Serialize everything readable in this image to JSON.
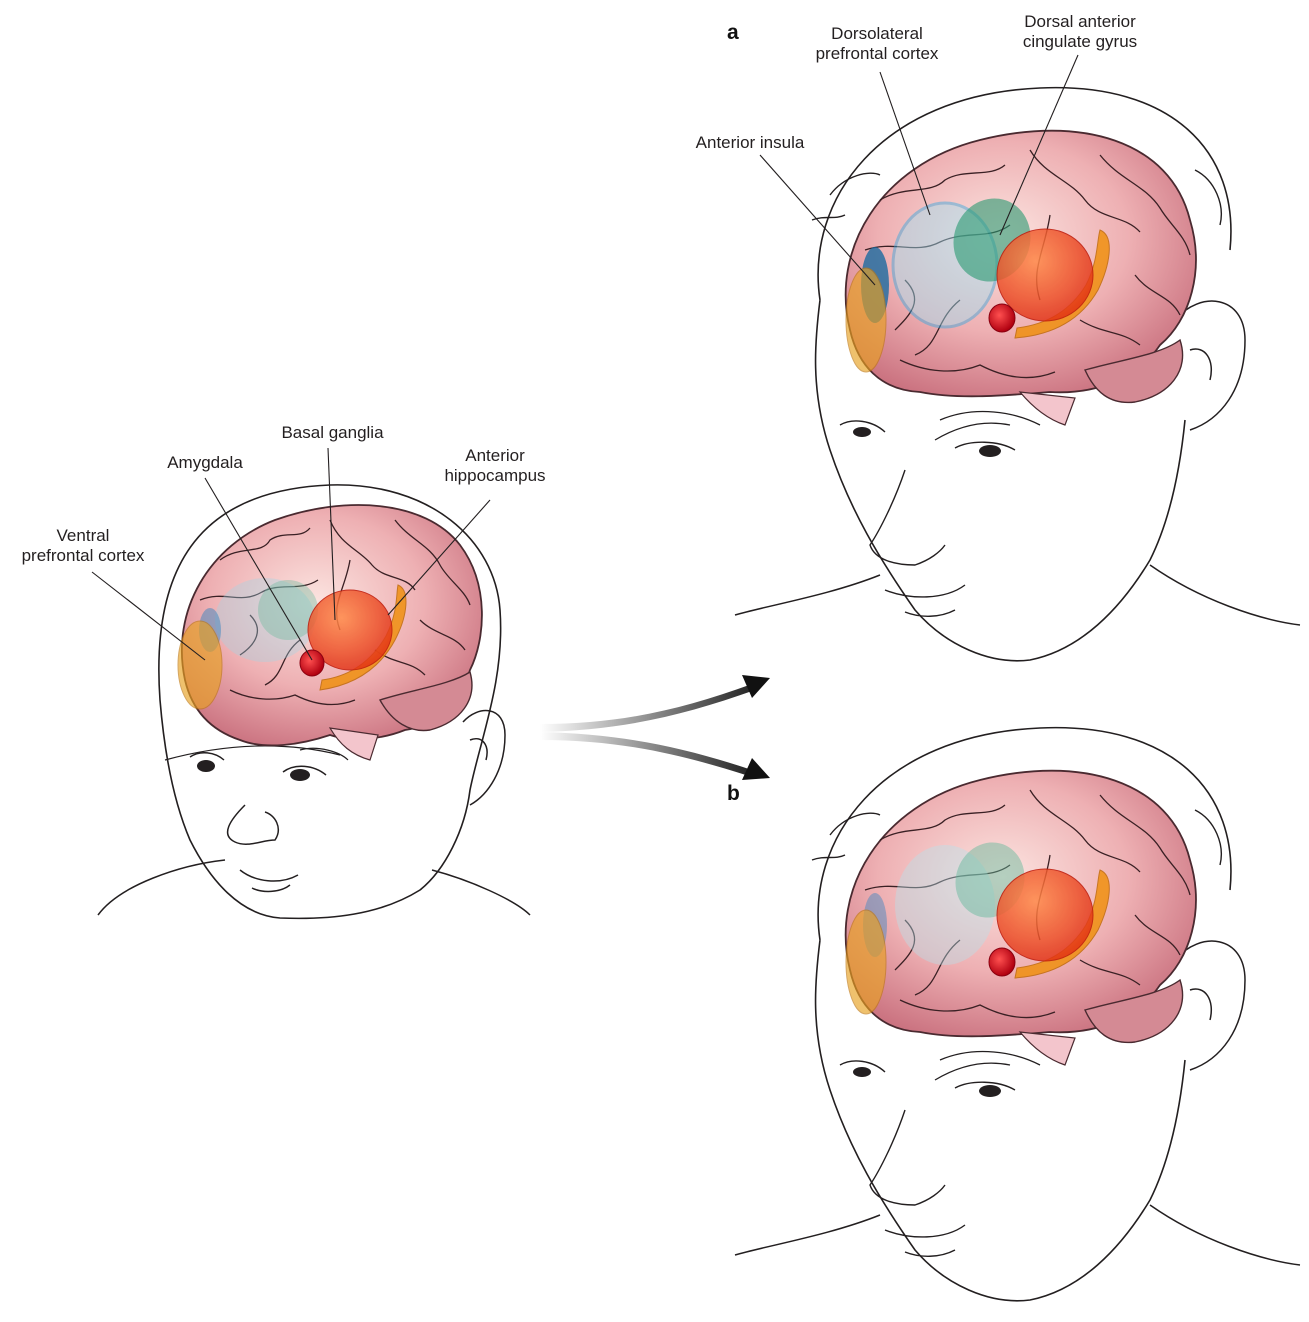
{
  "figure": {
    "panels": {
      "a": "a",
      "b": "b"
    },
    "child_labels": {
      "ventral_pfc": [
        "Ventral",
        "prefrontal cortex"
      ],
      "amygdala": [
        "Amygdala"
      ],
      "basal_ganglia": [
        "Basal ganglia"
      ],
      "anterior_hippocampus": [
        "Anterior",
        "hippocampus"
      ]
    },
    "adult_labels": {
      "dorsolateral_pfc": [
        "Dorsolateral",
        "prefrontal cortex"
      ],
      "dorsal_acg": [
        "Dorsal anterior",
        "cingulate gyrus"
      ],
      "anterior_insula": [
        "Anterior insula"
      ]
    }
  },
  "colors": {
    "brain": "#e8a0a8",
    "ventral_pfc": "#e8a020",
    "amygdala": "#d81818",
    "basal_ganglia": "#f04010",
    "hippocampus": "#f09010",
    "insula": "#1a6aa0",
    "dlpfc": "#40b0e0",
    "dacc": "#209070"
  }
}
